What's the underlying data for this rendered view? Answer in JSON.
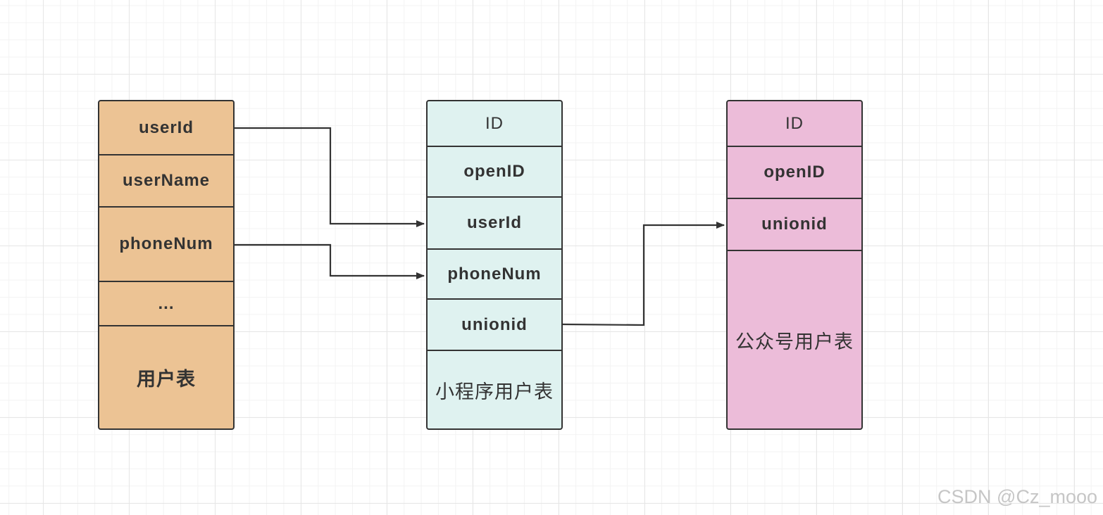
{
  "tables": {
    "user": {
      "rows": [
        "userId",
        "userName",
        "phoneNum",
        "..."
      ],
      "name": "用户表",
      "fill": "#ecc394"
    },
    "miniprogram": {
      "rows": [
        "ID",
        "openID",
        "userId",
        "phoneNum",
        "unionid"
      ],
      "name": "小程序用户表",
      "fill": "#dff2f0"
    },
    "official_account": {
      "rows": [
        "ID",
        "openID",
        "unionid"
      ],
      "name": "公众号用户表",
      "fill": "#ecbcd9"
    }
  },
  "connections": [
    {
      "from": "user.userId",
      "to": "miniprogram.userId"
    },
    {
      "from": "user.phoneNum",
      "to": "miniprogram.phoneNum"
    },
    {
      "from": "miniprogram.unionid",
      "to": "official_account.unionid"
    }
  ],
  "watermark": "CSDN @Cz_mooo"
}
